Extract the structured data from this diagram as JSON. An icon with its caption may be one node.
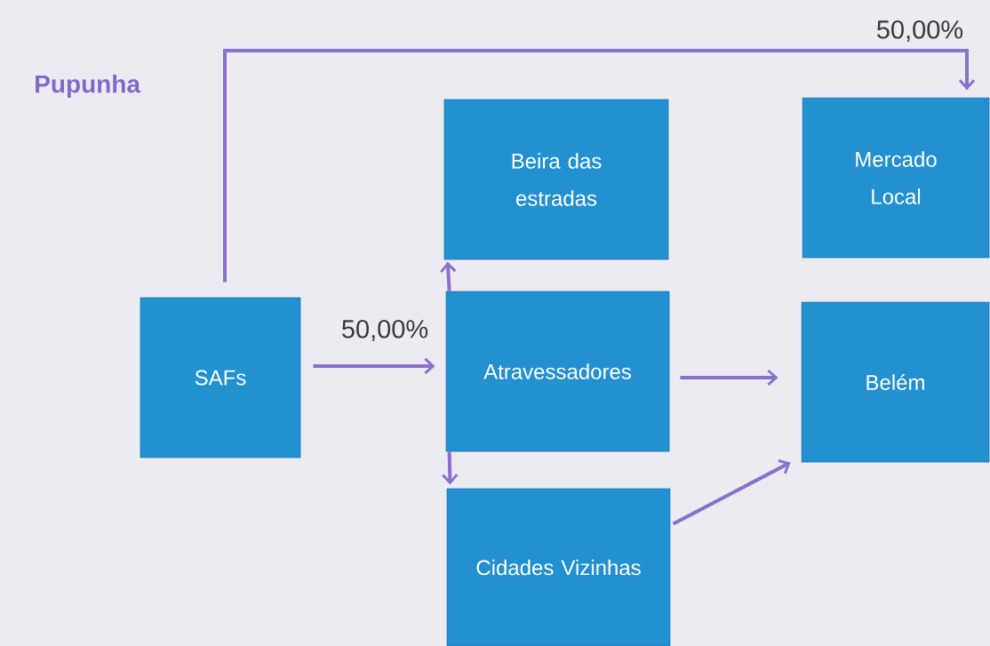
{
  "diagram": {
    "title": "Pupunha",
    "nodes": [
      {
        "text": [
          "SAFs"
        ]
      },
      {
        "text": [
          "Beira das estradas"
        ]
      },
      {
        "text": [
          "Mercado Local"
        ]
      },
      {
        "text": [
          "Atravessadores"
        ]
      },
      {
        "text": [
          "Belém"
        ]
      },
      {
        "text": [
          "Cidades Vizinhas"
        ]
      }
    ],
    "edges": [
      {
        "from": 0,
        "to": 2,
        "arrow": "to",
        "label": "50,00%"
      },
      {
        "from": 0,
        "to": 3,
        "arrow": "to",
        "label": "50,00%"
      },
      {
        "from": 3,
        "to": 1,
        "arrow": "to"
      },
      {
        "from": 3,
        "to": 4,
        "arrow": "to"
      },
      {
        "from": 3,
        "to": 5,
        "arrow": "to"
      },
      {
        "from": 5,
        "to": 4,
        "arrow": "to"
      }
    ]
  }
}
